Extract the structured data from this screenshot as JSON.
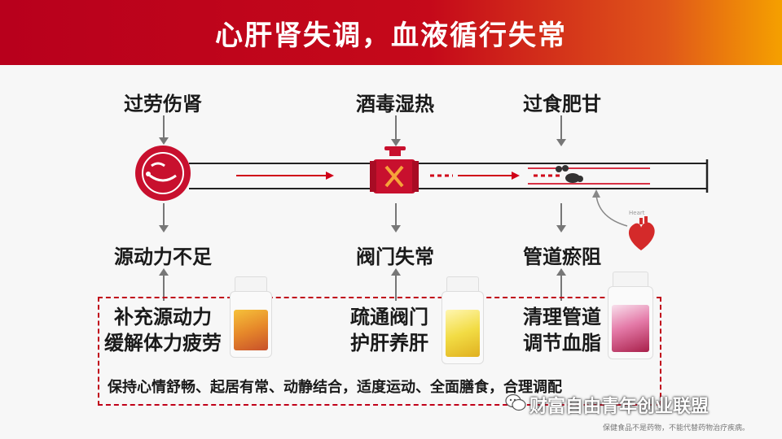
{
  "title": "心肝肾失调，血液循行失常",
  "causes": [
    "过劳伤肾",
    "酒毒湿热",
    "过食肥甘"
  ],
  "problems": [
    "源动力不足",
    "阀门失常",
    "管道瘀阻"
  ],
  "solutions": [
    {
      "line1": "补充源动力",
      "line2": "缓解体力疲劳"
    },
    {
      "line1": "疏通阀门",
      "line2": "护肝养肝"
    },
    {
      "line1": "清理管道",
      "line2": "调节血脂"
    }
  ],
  "slogan": "保持心情舒畅、起居有常、动静结合，适度运动、全面膳食，合理调配",
  "watermark": "财富自由青年创业联盟",
  "disclaimer": "保健食品不是药物，不能代替药物治疗疾病。",
  "heart_label": "Heart",
  "colors": {
    "accent": "#c00018",
    "title_start": "#b8001c",
    "title_end": "#f5a000"
  },
  "icons": [
    "kidney-icon",
    "valve-icon",
    "heart-icon",
    "wechat-icon"
  ]
}
